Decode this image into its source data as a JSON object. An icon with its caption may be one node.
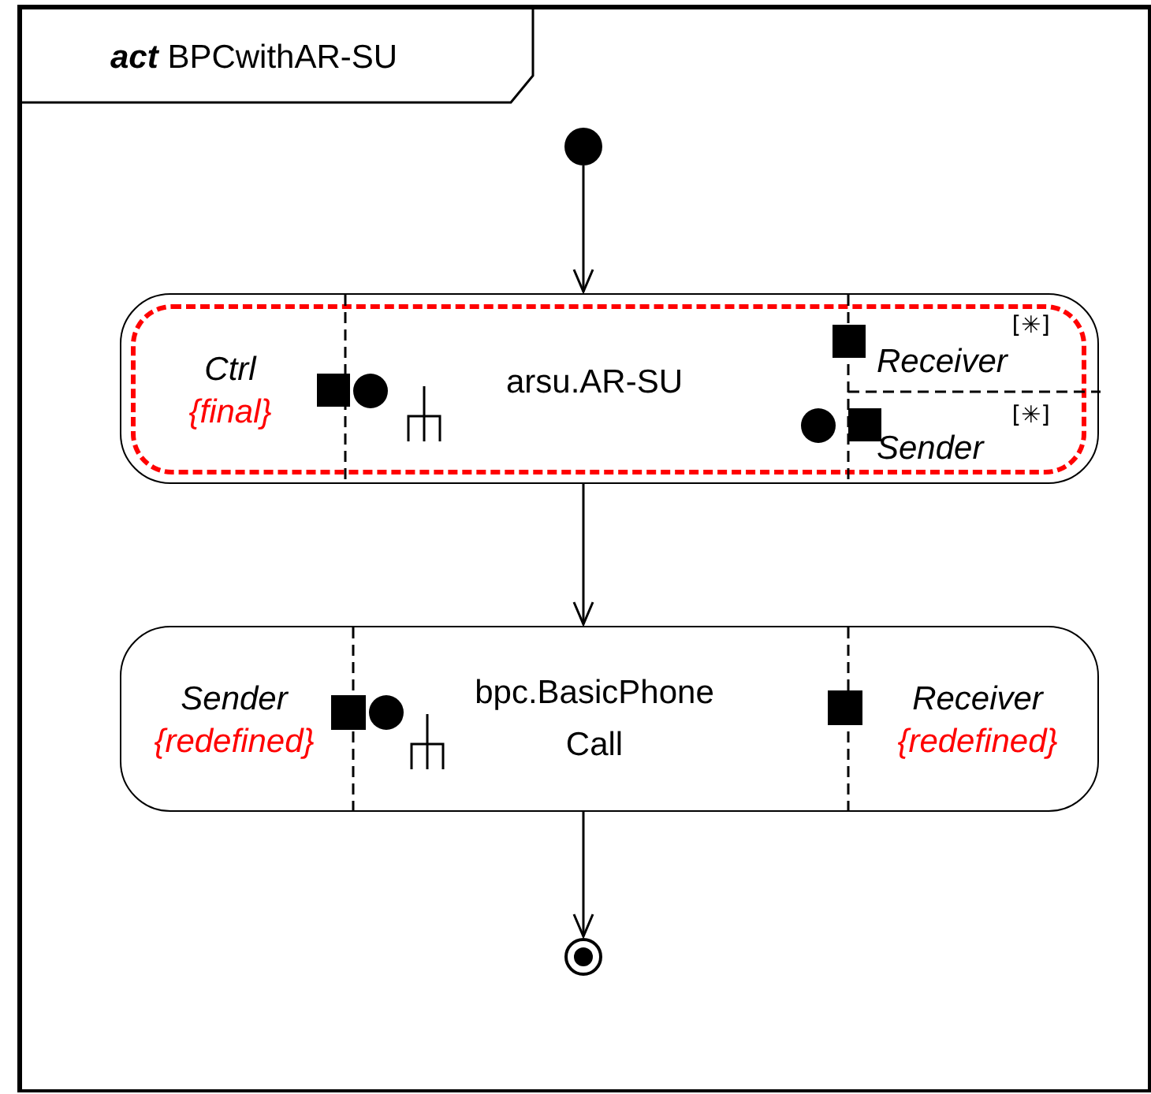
{
  "diagram": {
    "title": "**act** BPCwithAR-SU",
    "nodes": [
      {
        "text": [],
        "shape": "circle"
      },
      {
        "text": [
          "arsu.AR-SU"
        ]
      },
      {
        "text": [
          "Ctrl",
          "{final}"
        ],
        "in": 1
      },
      {
        "text": [
          "Receiver",
          "[✳]"
        ],
        "in": 1
      },
      {
        "text": [
          "Sender",
          "[✳]"
        ],
        "in": 1
      },
      {
        "text": [
          "bpc.BasicPhone Call"
        ]
      },
      {
        "text": [
          "Sender",
          "{redefined}"
        ],
        "in": 5
      },
      {
        "text": [
          "Receiver",
          "{redefined}"
        ],
        "in": 5
      },
      {
        "text": [],
        "shape": "circle"
      },
      {
        "text": [],
        "shape": "box",
        "in": 1
      },
      {
        "text": [],
        "shape": "circle",
        "in": 1
      },
      {
        "text": [],
        "shape": "box",
        "in": 1
      },
      {
        "text": [],
        "shape": "circle",
        "in": 1
      },
      {
        "text": [],
        "shape": "box",
        "in": 1
      },
      {
        "text": [],
        "shape": "box",
        "in": 5
      },
      {
        "text": [],
        "shape": "circle",
        "in": 5
      },
      {
        "text": [],
        "shape": "box",
        "in": 5
      }
    ],
    "edges": [
      {
        "from": 0,
        "to": 1,
        "arrow": "to"
      },
      {
        "from": 1,
        "to": 5,
        "arrow": "to"
      },
      {
        "from": 5,
        "to": 8,
        "arrow": "to"
      }
    ]
  }
}
